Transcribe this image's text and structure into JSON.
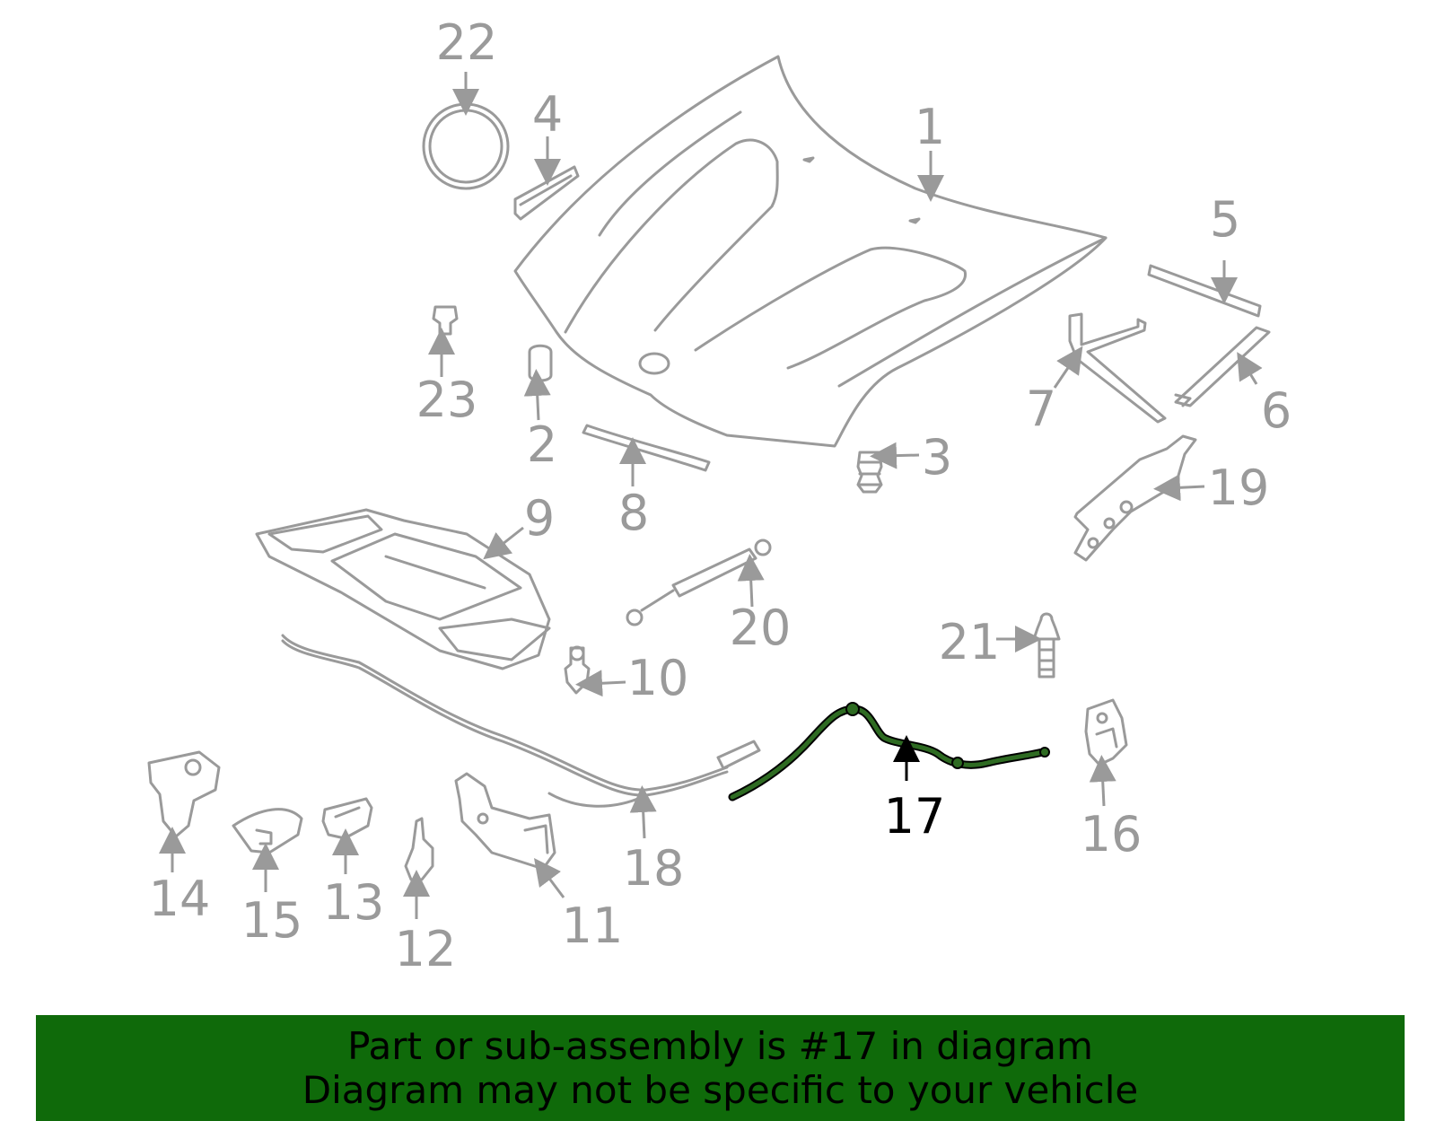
{
  "diagram": {
    "callouts": [
      {
        "key": "p1",
        "number": "1"
      },
      {
        "key": "p2",
        "number": "2"
      },
      {
        "key": "p3",
        "number": "3"
      },
      {
        "key": "p4",
        "number": "4"
      },
      {
        "key": "p5",
        "number": "5"
      },
      {
        "key": "p6",
        "number": "6"
      },
      {
        "key": "p7",
        "number": "7"
      },
      {
        "key": "p8",
        "number": "8"
      },
      {
        "key": "p9",
        "number": "9"
      },
      {
        "key": "p10",
        "number": "10"
      },
      {
        "key": "p11",
        "number": "11"
      },
      {
        "key": "p12",
        "number": "12"
      },
      {
        "key": "p13",
        "number": "13"
      },
      {
        "key": "p14",
        "number": "14"
      },
      {
        "key": "p15",
        "number": "15"
      },
      {
        "key": "p16",
        "number": "16"
      },
      {
        "key": "p17",
        "number": "17"
      },
      {
        "key": "p18",
        "number": "18"
      },
      {
        "key": "p19",
        "number": "19"
      },
      {
        "key": "p20",
        "number": "20"
      },
      {
        "key": "p21",
        "number": "21"
      },
      {
        "key": "p22",
        "number": "22"
      },
      {
        "key": "p23",
        "number": "23"
      }
    ],
    "highlighted_part": "17"
  },
  "banner": {
    "line1": "Part or sub-assembly is #17 in diagram",
    "line2": "Diagram may not be specific to your vehicle"
  },
  "colors": {
    "part_line": "#9a9a9a",
    "highlight_part": "#2e6b22",
    "highlight_label": "#000000",
    "banner_bg": "#0f6a0a",
    "background": "#ffffff"
  }
}
